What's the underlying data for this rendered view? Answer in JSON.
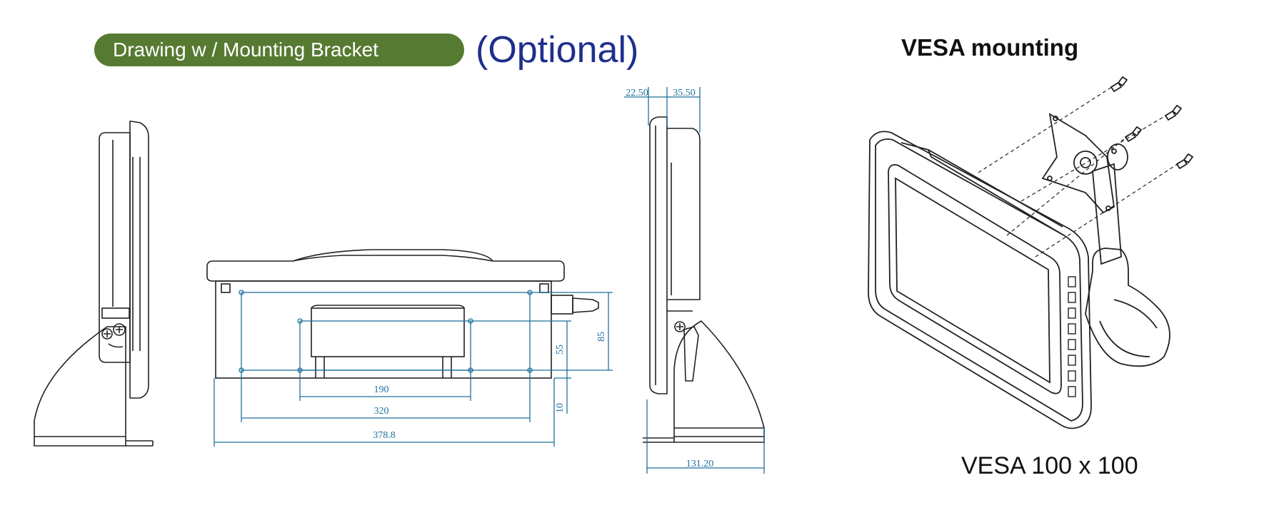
{
  "header": {
    "pill_label": "Drawing w / Mounting Bracket",
    "optional_label": "(Optional)"
  },
  "vesa": {
    "title": "VESA mounting",
    "caption": "VESA 100 x 100"
  },
  "dimensions": {
    "front_width_190": "190",
    "front_width_320": "320",
    "front_width_total": "378.8",
    "front_height_55": "55",
    "front_height_85": "85",
    "front_offset_10": "10",
    "side_top_left": "22.50",
    "side_top_right": "35.50",
    "side_depth": "131.20"
  },
  "colors": {
    "pill_bg": "#577a32",
    "optional_text": "#1f2f8c",
    "dimension_lines": "#1f6f9e",
    "line_art": "#222222"
  }
}
